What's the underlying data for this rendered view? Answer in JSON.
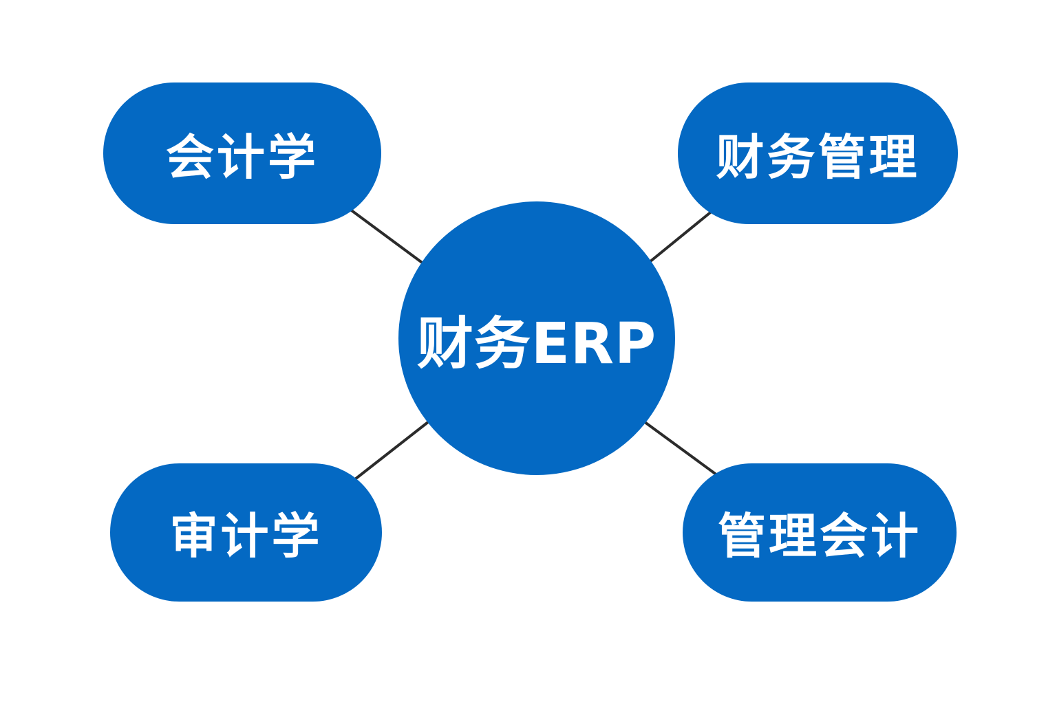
{
  "diagram": {
    "center": {
      "label": "财务ERP"
    },
    "nodes": [
      {
        "id": "accounting",
        "label": "会计学"
      },
      {
        "id": "financial-management",
        "label": "财务管理"
      },
      {
        "id": "auditing",
        "label": "审计学"
      },
      {
        "id": "management-accounting",
        "label": "管理会计"
      }
    ],
    "colors": {
      "node_fill": "#0469c3",
      "node_text": "#ffffff",
      "connector": "#2b2b2b",
      "background": "#ffffff"
    }
  }
}
